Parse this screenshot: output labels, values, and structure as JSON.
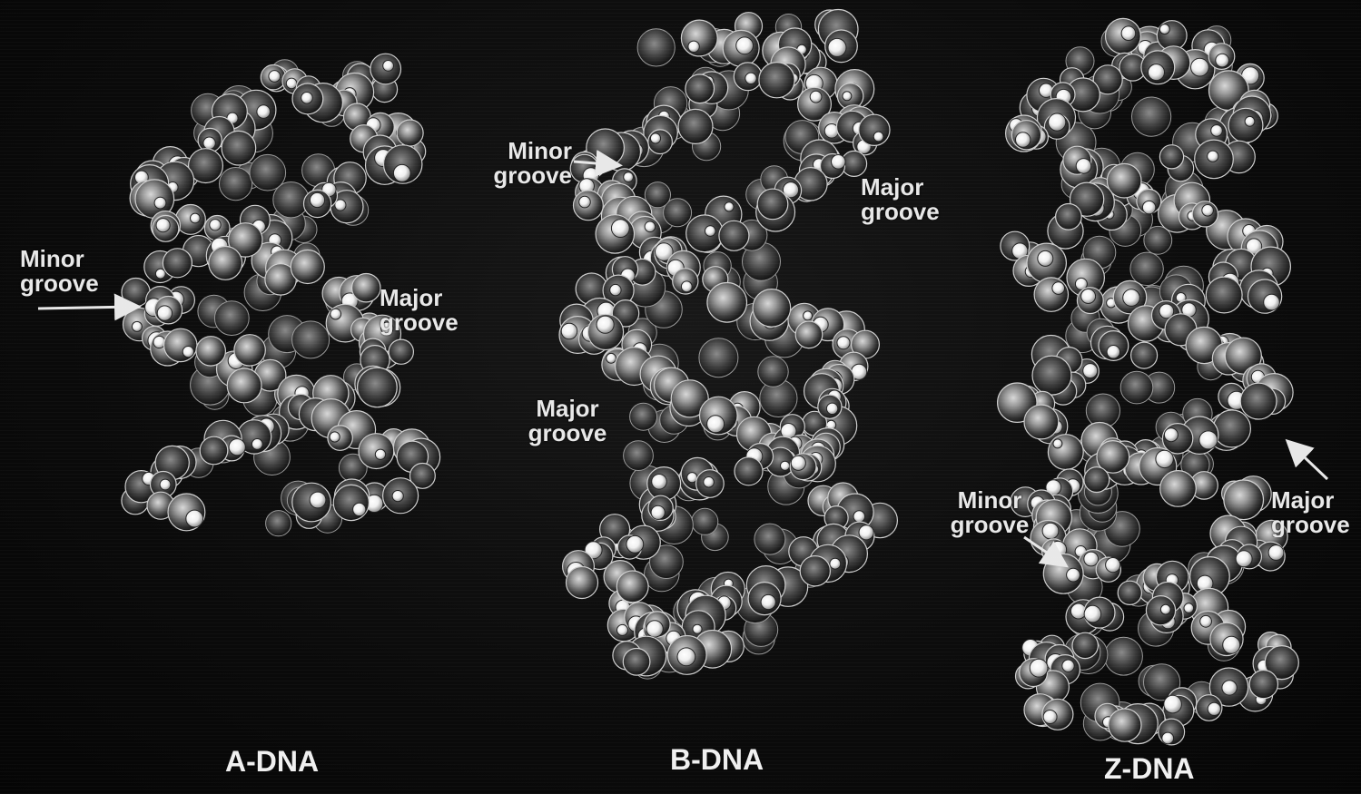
{
  "panels": {
    "a_dna": {
      "title": "A-DNA",
      "minor_groove": "Minor groove",
      "major_groove": "Major groove"
    },
    "b_dna": {
      "title": "B-DNA",
      "minor_groove": "Minor groove",
      "major_groove_upper": "Major groove",
      "major_groove_lower": "Major groove"
    },
    "z_dna": {
      "title": "Z-DNA",
      "minor_groove": "Minor groove",
      "major_groove": "Major groove"
    }
  },
  "colors": {
    "background": "#0a0a0a",
    "atoms": "#8a8a8a",
    "highlight": "#ffffff",
    "label": "#e8e8e8"
  }
}
